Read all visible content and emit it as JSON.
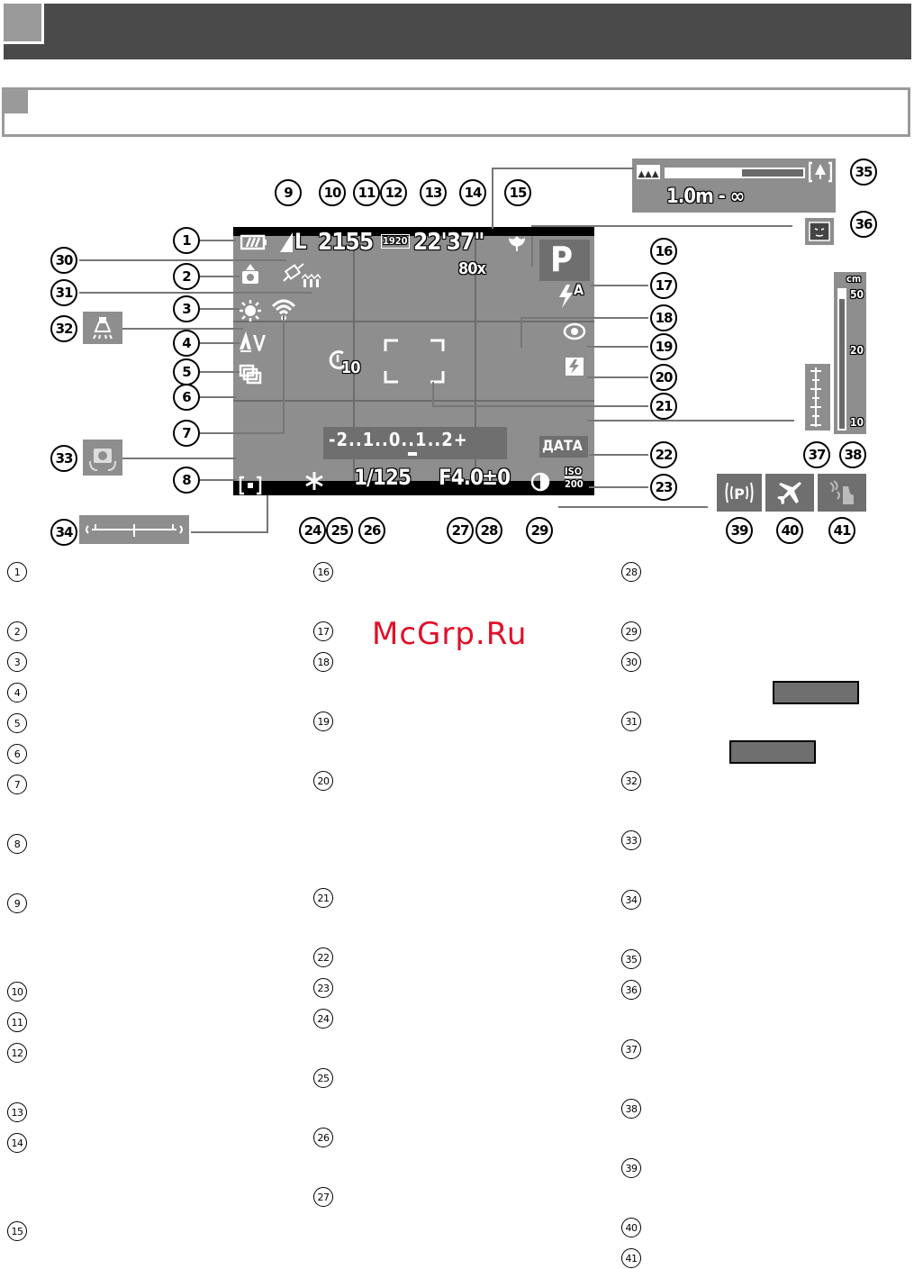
{
  "screen": {
    "remaining_shots": "2155",
    "movie_size": "1920",
    "movie_time": "22'37\"",
    "zoom": "80x",
    "self_timer": "10",
    "mode": "P",
    "flash": "A",
    "date_stamp": "ДАТА",
    "iso_label": "ISO",
    "iso_value": "200",
    "exposure_scale": "-2..1..0..1..2+",
    "shutter": "1/125",
    "aperture": "F4.0",
    "exposure_comp": "±0",
    "image_quality": "L"
  },
  "focus_range": {
    "text": "1.0m - ∞",
    "fill_fraction": 0.55
  },
  "mf_scale": {
    "unit": "cm",
    "ticks": [
      "50",
      "20",
      "10"
    ]
  },
  "callouts": [
    "1",
    "2",
    "3",
    "4",
    "5",
    "6",
    "7",
    "8",
    "9",
    "10",
    "11",
    "12",
    "13",
    "14",
    "15",
    "16",
    "17",
    "18",
    "19",
    "20",
    "21",
    "22",
    "23",
    "24",
    "25",
    "26",
    "27",
    "28",
    "29",
    "30",
    "31",
    "32",
    "33",
    "34",
    "35",
    "36",
    "37",
    "38",
    "39",
    "40",
    "41"
  ],
  "list_left": [
    "1",
    "2",
    "3",
    "4",
    "5",
    "6",
    "7",
    "8",
    "9",
    "10",
    "11",
    "12",
    "13",
    "14",
    "15"
  ],
  "list_mid": [
    "16",
    "17",
    "18",
    "19",
    "20",
    "21",
    "22",
    "23",
    "24",
    "25",
    "26",
    "27"
  ],
  "list_right": [
    "28",
    "29",
    "30",
    "31",
    "32",
    "33",
    "34",
    "35",
    "36",
    "37",
    "38",
    "39",
    "40",
    "41"
  ],
  "watermark": "McGrp.Ru",
  "icons": [
    "battery-icon",
    "camera-orientation-icon",
    "sun-icon",
    "white-balance-correction-icon",
    "drive-mode-icon",
    "wifi-icon",
    "spot-metering-icon",
    "gps-icon",
    "eye-fi-icon",
    "lamp-icon",
    "is-mode-icon",
    "level-icon",
    "macro-icon",
    "red-eye-icon",
    "flash-comp-icon",
    "ae-lock-icon",
    "i-contrast-icon",
    "smile-icon",
    "wind-filter-icon",
    "airplane-icon",
    "camera-shake-icon"
  ]
}
